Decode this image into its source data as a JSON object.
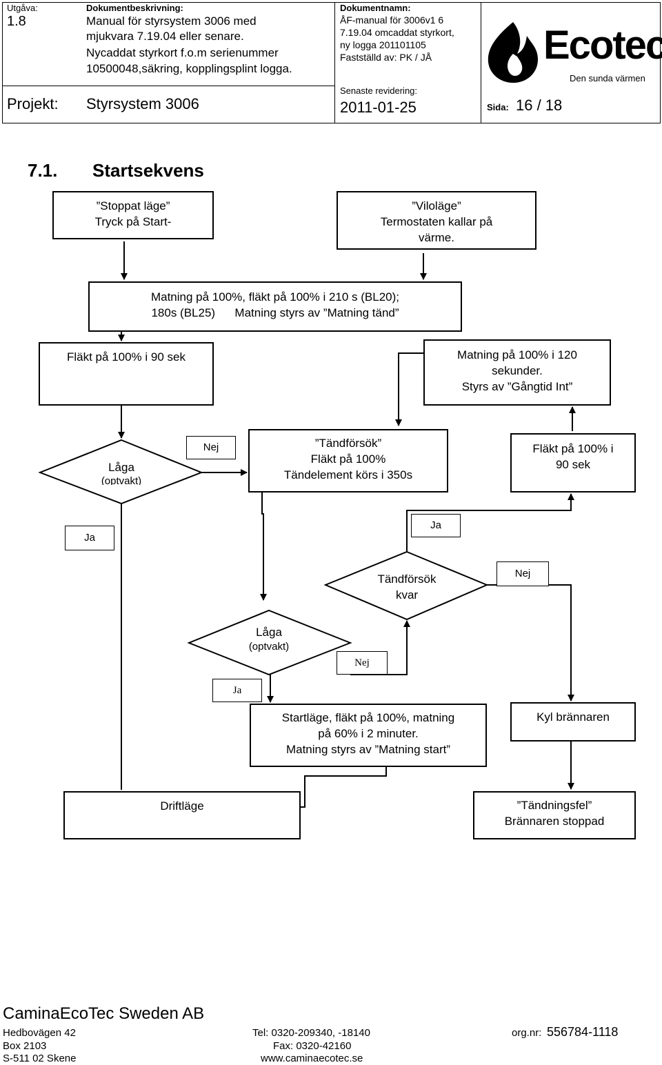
{
  "header": {
    "utgava_label": "Utgåva:",
    "utgava_value": "1.8",
    "desc_label": "Dokumentbeskrivning:",
    "desc_lines": [
      "Manual för styrsystem 3006 med",
      "mjukvara 7.19.04 eller senare.",
      "Nycaddat styrkort f.o.m serienummer",
      "10500048,säkring, kopplingsplint logga."
    ],
    "docname_label": "Dokumentnamn:",
    "docname_lines": [
      "ÅF-manual för 3006v1 6",
      "7.19.04 omcaddat styrkort,",
      "ny logga 201101105"
    ],
    "faststalld": "Fastställd av: PK / JÅ",
    "projekt_label": "Projekt:",
    "projekt_value": "Styrsystem 3006",
    "revision_label": "Senaste revidering:",
    "revision_value": "2011-01-25",
    "sida_label": "Sida:",
    "sida_value": "16 / 18",
    "logo_text": "Ecotec",
    "logo_tagline": "Den sunda värmen"
  },
  "section": {
    "number": "7.1.",
    "title": "Startsekvens"
  },
  "flow": {
    "stoppat": [
      "”Stoppat läge”",
      "Tryck på Start-"
    ],
    "vilolage": [
      "”Viloläge”",
      "Termostaten kallar på",
      "värme."
    ],
    "matning100": [
      "Matning på 100%, fläkt på 100% i 210 s (BL20);",
      "180s (BL25)      Matning styrs av ”Matning tänd”"
    ],
    "flakt90_left": "Fläkt på 100% i 90 sek",
    "matning120": [
      "Matning på 100% i 120",
      "sekunder.",
      "Styrs av ”Gångtid Int”"
    ],
    "laga1": [
      "Låga",
      "(optvakt)"
    ],
    "nej1": "Nej",
    "tandforsok": [
      "”Tändförsök”",
      "Fläkt på 100%",
      "Tändelement körs i 350s"
    ],
    "flakt90_right": [
      "Fläkt på 100% i",
      "90 sek"
    ],
    "ja1": "Ja",
    "ja2": "Ja",
    "tandkvar": [
      "Tändförsök",
      "kvar"
    ],
    "nej2": "Nej",
    "laga2": [
      "Låga",
      "(optvakt)"
    ],
    "nej3": "Nej",
    "ja3": "Ja",
    "startlage": [
      "Startläge, fläkt på 100%, matning",
      "på 60% i 2 minuter.",
      "Matning styrs av ”Matning start”"
    ],
    "kyl": "Kyl brännaren",
    "drift": "Driftläge",
    "tandfel": [
      "”Tändningsfel”",
      "Brännaren stoppad"
    ]
  },
  "footer": {
    "company": "CaminaEcoTec Sweden AB",
    "addr1": "Hedbovägen 42",
    "addr2": "Box 2103",
    "addr3": "S-511 02 Skene",
    "tel": "Tel: 0320-209340, -18140",
    "fax": "Fax: 0320-42160",
    "web": "www.caminaecotec.se",
    "orgnr_label": "org.nr:",
    "orgnr_value": "556784-1118"
  }
}
